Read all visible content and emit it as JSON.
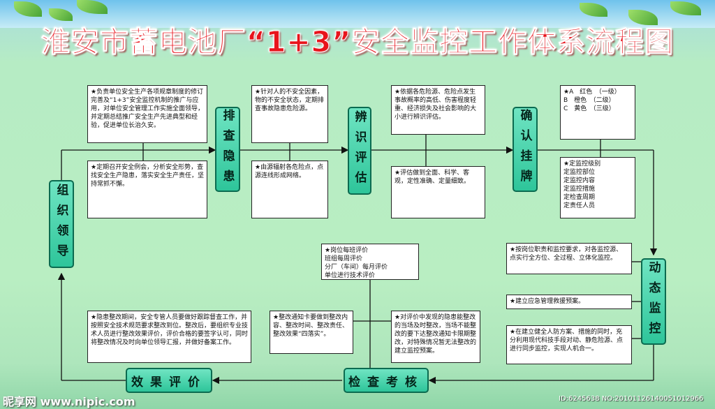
{
  "title": "淮安市蓄电池厂“1+3”安全监控工作体系流程图",
  "nodes": {
    "org": "组织领导",
    "investigate": "排查隐患",
    "identify": "辨识评估",
    "confirm": "确认挂牌",
    "dynamic": "动态监控",
    "inspect": "检查考核",
    "evaluate": "效果评价"
  },
  "boxes": {
    "org_top": "★负责单位安全生产各项规章制度的修订完善及“1+3”安全监控机制的推广与应用，对单位安全管理工作实施全面领导，并定期总结推广安全生产先进典型和经验，促进单位长治久安。",
    "org_bottom": "★定期召开安全例会，分析安全形势，查找安全生产隐患，落实安全生产责任，坚持常抓不懈。",
    "inv_top": "★针对人的不安全因素，物的不安全状态，定期排查事故隐患危险源。",
    "inv_bottom": "★由源辐射各危险点，点源连线形成网络。",
    "idf_top": "★依据各危险源、危险点发生事故概率的高低、伤害程度轻重、经济损失及社会影响的大小进行辨识评估。",
    "idf_bottom": "★评估做到全面、科学、客观，定性准确、定量细致。",
    "cfm_top": "★A　红色　（一级）\nB　橙色　（二级）\nC　黄色　（三级）",
    "cfm_bottom": "★定监控级别\n定监控部位\n定监控内容\n定监控措施\n定检查周期\n定责任人员",
    "dyn_1": "★按岗位职责和监控要求，对各监控源、点实行全方位、全过程、立体化监控。",
    "dyn_2": "★建立应急管理救援预案。",
    "dyn_3": "★在建立健全人防方案、措施的同时，充分利用现代科技手段对动、静危险源、点进行同步监控，实现人机合一。",
    "insp_top": "★岗位每班评价\n班组每周评价\n分厂（车间）每月评价\n单位进行技术评价",
    "insp_left": "★整改通知卡要做到整改内容、整改时间、整改责任、整改效果“四落实”。",
    "insp_right": "★对评价中发现的隐患能整改的当场及时整改，当场不能整改的要下达整改通知卡限期整改，对特殊情况暂无法整改的建立监控预案。",
    "eval": "★隐患整改期间，安全专管人员要做好跟踪督查工作，并按照安全技术规范要求整改到位。整改后，要组织专业技术人员进行整改效果评价，评价合格的要签字认可，同时将整改情况及时向单位领导汇报，并做好备案工作。"
  },
  "watermark": {
    "logo": "昵享网 www.nipic.com",
    "id": "ID:6245638 NO:20101126140051012966"
  },
  "colors": {
    "title": "#e8141c",
    "node": "#2ec59a",
    "line": "#111111"
  }
}
